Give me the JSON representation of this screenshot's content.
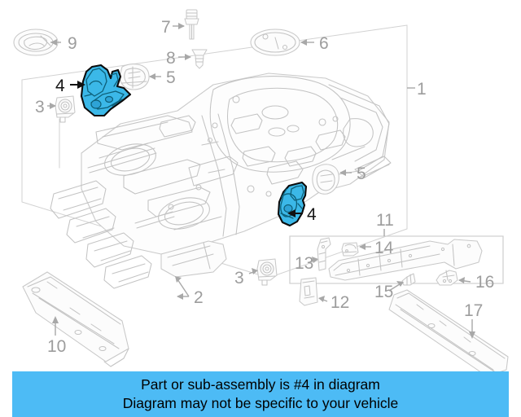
{
  "diagram": {
    "type": "automotive-parts-exploded-diagram",
    "subject": "Rear floor pan and rocker / side member assembly",
    "highlight_color": "#3bb8e8",
    "highlight_outline_color": "#0c0c0c",
    "label_color": "#9d9d9d",
    "highlighted_item_number": "4",
    "background": "#ffffff",
    "callouts": [
      {
        "id": "c1",
        "number": "1",
        "highlighted": false,
        "note": "main floor pan assembly bracket, right edge"
      },
      {
        "id": "c2",
        "number": "2",
        "highlighted": false,
        "note": "rear floor crossmember, lower center"
      },
      {
        "id": "c3a",
        "number": "3",
        "highlighted": false,
        "note": "small round bracket, upper left"
      },
      {
        "id": "c3b",
        "number": "3",
        "highlighted": false,
        "note": "small round bracket, lower center"
      },
      {
        "id": "c4a",
        "number": "4",
        "highlighted": true,
        "note": "highlighted blue bracket, upper left"
      },
      {
        "id": "c4b",
        "number": "4",
        "highlighted": true,
        "note": "highlighted blue bracket, center right"
      },
      {
        "id": "c5a",
        "number": "5",
        "highlighted": false,
        "note": "oval grommet, upper center"
      },
      {
        "id": "c5b",
        "number": "5",
        "highlighted": false,
        "note": "oval grommet, center right"
      },
      {
        "id": "c6",
        "number": "6",
        "highlighted": false,
        "note": "large oval plug, top"
      },
      {
        "id": "c7",
        "number": "7",
        "highlighted": false,
        "note": "bolt, top"
      },
      {
        "id": "c8",
        "number": "8",
        "highlighted": false,
        "note": "clip / grommet, top"
      },
      {
        "id": "c9",
        "number": "9",
        "highlighted": false,
        "note": "oval cover plate, top left"
      },
      {
        "id": "c10",
        "number": "10",
        "highlighted": false,
        "note": "side sill reinforcement, bottom left"
      },
      {
        "id": "c11",
        "number": "11",
        "highlighted": false,
        "note": "inset sub-assembly box, bottom right"
      },
      {
        "id": "c12",
        "number": "12",
        "highlighted": false,
        "note": "flat plate, inset box lower left"
      },
      {
        "id": "c13",
        "number": "13",
        "highlighted": false,
        "note": "angled bracket, inset box left"
      },
      {
        "id": "c14",
        "number": "14",
        "highlighted": false,
        "note": "small cap bracket, inset box top"
      },
      {
        "id": "c15",
        "number": "15",
        "highlighted": false,
        "note": "small tab bracket, inset box center"
      },
      {
        "id": "c16",
        "number": "16",
        "highlighted": false,
        "note": "mount bracket, inset box right"
      },
      {
        "id": "c17",
        "number": "17",
        "highlighted": false,
        "note": "rocker panel rail, bottom right"
      }
    ]
  },
  "banner": {
    "background_color": "#4dbbf5",
    "text_color": "#000000",
    "line1": "Part or sub-assembly is #4 in diagram",
    "line2": "Diagram may not be specific to your vehicle"
  }
}
